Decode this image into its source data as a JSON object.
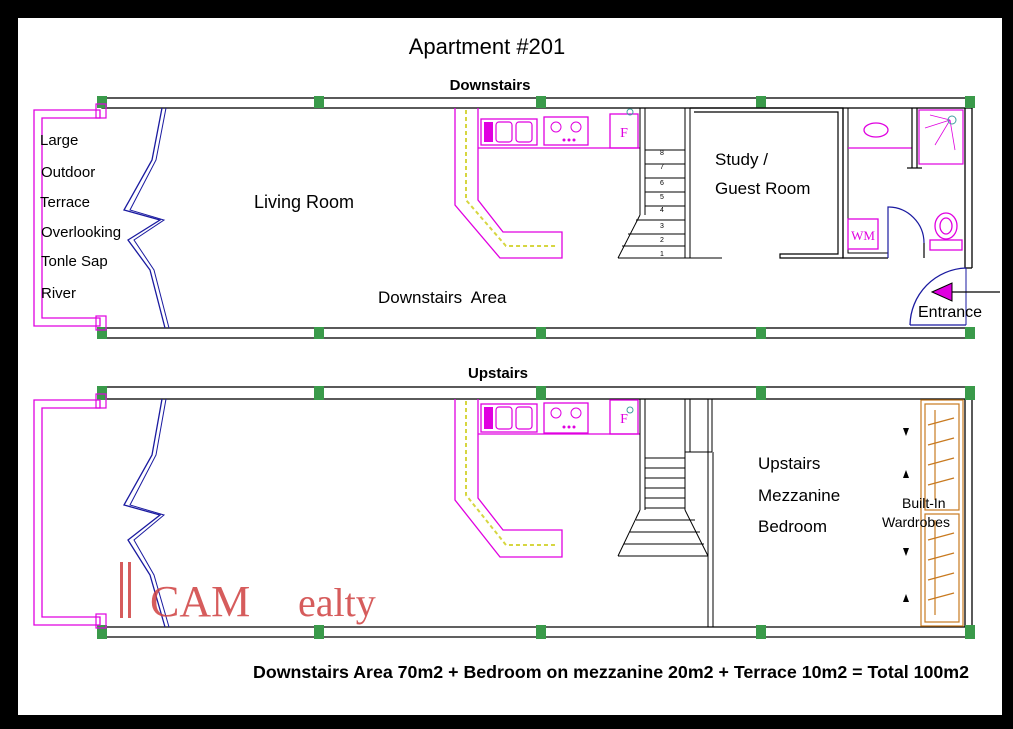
{
  "title": "Apartment #201",
  "downstairs": {
    "heading": "Downstairs",
    "terrace_lines": [
      "Large",
      "Outdoor",
      "Terrace",
      "Overlooking",
      "Tonle Sap",
      "River"
    ],
    "living_room": "Living Room",
    "study_line1": "Study /",
    "study_line2": "Guest Room",
    "area_label": "Downstairs  Area",
    "entrance": "Entrance",
    "fridge": "F",
    "washing_machine": "WM",
    "stair_steps": [
      "8",
      "7",
      "6",
      "5",
      "4",
      "3",
      "2",
      "1"
    ]
  },
  "upstairs": {
    "heading": "Upstairs",
    "bedroom_lines": [
      "Upstairs",
      "Mezzanine",
      "Bedroom"
    ],
    "wardrobe_lines": [
      "Built-In",
      "Wardrobes"
    ],
    "fridge": "F"
  },
  "watermark": {
    "part1": "CAM",
    "part2": "ealty"
  },
  "summary": "Downstairs Area 70m2 + Bedroom on mezzanine 20m2 + Terrace 10m2 = Total 100m2",
  "colors": {
    "wall": "#000000",
    "column": "#3a9a4a",
    "fixture": "#e000e0",
    "door": "#1a1aa0",
    "wardrobe": "#c87a20",
    "watermark": "#d04040"
  }
}
